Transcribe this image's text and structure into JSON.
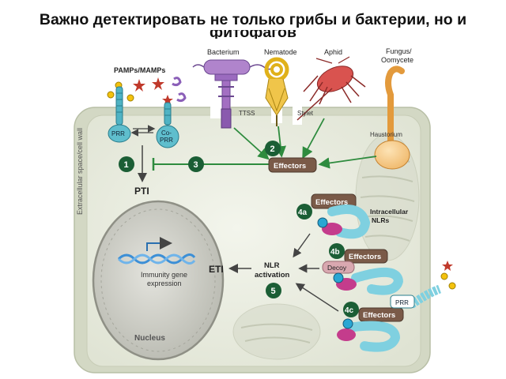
{
  "slide": {
    "title_line1": "Важно детектировать не только грибы и бактерии, но и",
    "title_line2": "фитофагов"
  },
  "diagram": {
    "pamps_label": "PAMPs/MAMPs",
    "bacterium_label": "Bacterium",
    "nematode_label": "Nematode",
    "aphid_label": "Aphid",
    "fungus_label_line1": "Fungus/",
    "fungus_label_line2": "Oomycete",
    "ttss_label": "TTSS",
    "stylet_label": "Stylet",
    "haustorium_label": "Haustorium",
    "cell_wall_label": "Extracellular space/cell wall",
    "prr_label": "PRR",
    "coprr_line1": "Co-",
    "coprr_line2": "PRR",
    "step1": "1",
    "step2": "2",
    "step3": "3",
    "step4a": "4a",
    "step4b": "4b",
    "step4c": "4c",
    "step5": "5",
    "pti_label": "PTI",
    "eti_label": "ETI",
    "effectors_label": "Effectors",
    "intracellular_line1": "Intracellular",
    "intracellular_line2": "NLRs",
    "decoy_label": "Decoy",
    "nlr_line1": "NLR",
    "nlr_line2": "activation",
    "immunity_line1": "Immunity gene",
    "immunity_line2": "expression",
    "nucleus_label": "Nucleus",
    "prr_right_label": "PRR"
  }
}
